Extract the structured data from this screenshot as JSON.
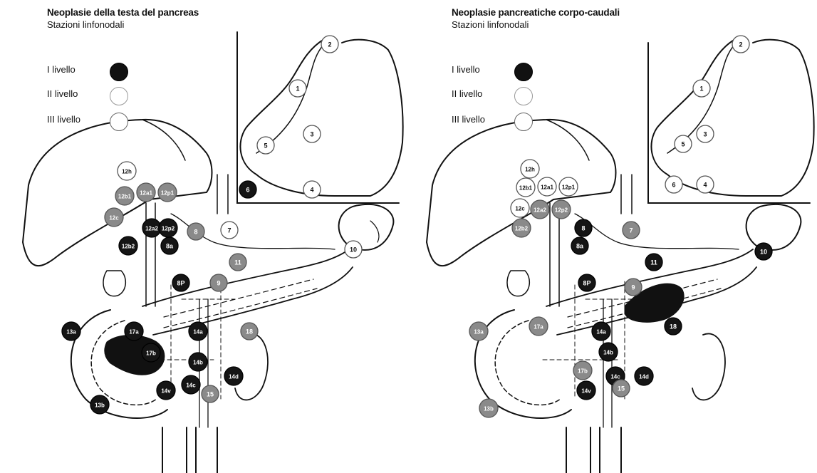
{
  "left": {
    "title": "Neoplasie della testa del pancreas",
    "subtitle": "Stazioni linfonodali",
    "legend": [
      {
        "label": "I livello",
        "level": 1
      },
      {
        "label": "II livello",
        "level": 2
      },
      {
        "label": "III livello",
        "level": 3
      }
    ],
    "nodes": [
      {
        "label": "2",
        "level": 3
      },
      {
        "label": "1",
        "level": 3
      },
      {
        "label": "3",
        "level": 3
      },
      {
        "label": "5",
        "level": 3
      },
      {
        "label": "4",
        "level": 3
      },
      {
        "label": "6",
        "level": 1
      },
      {
        "label": "12h",
        "level": 3
      },
      {
        "label": "12b1",
        "level": 2
      },
      {
        "label": "12a1",
        "level": 2
      },
      {
        "label": "12p1",
        "level": 2
      },
      {
        "label": "12c",
        "level": 2
      },
      {
        "label": "12a2",
        "level": 1
      },
      {
        "label": "12p2",
        "level": 1
      },
      {
        "label": "8",
        "level": 2
      },
      {
        "label": "8a",
        "level": 1
      },
      {
        "label": "7",
        "level": 3
      },
      {
        "label": "12b2",
        "level": 1
      },
      {
        "label": "11",
        "level": 2
      },
      {
        "label": "10",
        "level": 3
      },
      {
        "label": "8P",
        "level": 1
      },
      {
        "label": "9",
        "level": 2
      },
      {
        "label": "13a",
        "level": 1
      },
      {
        "label": "17a",
        "level": 1
      },
      {
        "label": "14a",
        "level": 1
      },
      {
        "label": "18",
        "level": 2
      },
      {
        "label": "17b",
        "level": 1
      },
      {
        "label": "14b",
        "level": 1
      },
      {
        "label": "14d",
        "level": 1
      },
      {
        "label": "14c",
        "level": 1
      },
      {
        "label": "14v",
        "level": 1
      },
      {
        "label": "15",
        "level": 2
      },
      {
        "label": "13b",
        "level": 1
      }
    ]
  },
  "right": {
    "title": "Neoplasie pancreatiche corpo-caudali",
    "subtitle": "Stazioni linfonodali",
    "legend": [
      {
        "label": "I livello",
        "level": 1
      },
      {
        "label": "II livello",
        "level": 2
      },
      {
        "label": "III livello",
        "level": 3
      }
    ],
    "nodes": [
      {
        "label": "2",
        "level": 3
      },
      {
        "label": "1",
        "level": 3
      },
      {
        "label": "3",
        "level": 3
      },
      {
        "label": "5",
        "level": 3
      },
      {
        "label": "6",
        "level": 3
      },
      {
        "label": "4",
        "level": 3
      },
      {
        "label": "12h",
        "level": 3
      },
      {
        "label": "12b1",
        "level": 3
      },
      {
        "label": "12a1",
        "level": 3
      },
      {
        "label": "12p1",
        "level": 3
      },
      {
        "label": "12c",
        "level": 3
      },
      {
        "label": "12a2",
        "level": 2
      },
      {
        "label": "12p2",
        "level": 2
      },
      {
        "label": "12b2",
        "level": 2
      },
      {
        "label": "8",
        "level": 1
      },
      {
        "label": "8a",
        "level": 1
      },
      {
        "label": "7",
        "level": 2
      },
      {
        "label": "11",
        "level": 1
      },
      {
        "label": "10",
        "level": 1
      },
      {
        "label": "8P",
        "level": 1
      },
      {
        "label": "9",
        "level": 2
      },
      {
        "label": "13a",
        "level": 2
      },
      {
        "label": "17a",
        "level": 2
      },
      {
        "label": "14a",
        "level": 1
      },
      {
        "label": "18",
        "level": 1
      },
      {
        "label": "14b",
        "level": 1
      },
      {
        "label": "17b",
        "level": 2
      },
      {
        "label": "14c",
        "level": 1
      },
      {
        "label": "14d",
        "level": 1
      },
      {
        "label": "14v",
        "level": 1
      },
      {
        "label": "15",
        "level": 2
      },
      {
        "label": "13b",
        "level": 2
      }
    ]
  },
  "colors": {
    "level1": "#151515",
    "level2": "#8a8a8a",
    "level3": "#ffffff",
    "ink": "#111111"
  }
}
